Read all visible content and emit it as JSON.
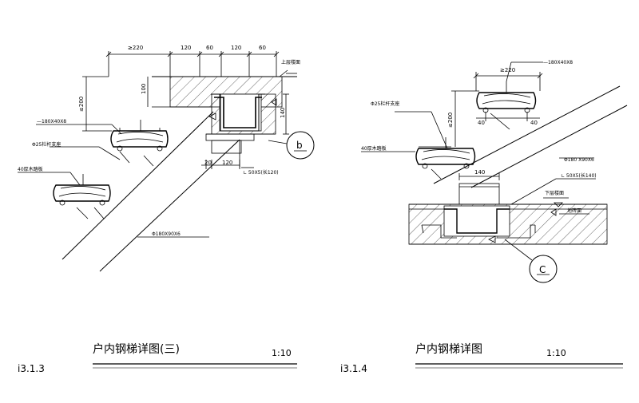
{
  "left": {
    "dims_top": [
      "≥220",
      "120",
      "60",
      "120",
      "60"
    ],
    "dim_100": "100",
    "dim_200": "≤200",
    "dim_140": "140",
    "dim_20": "20",
    "dim_120b": "120",
    "label_upper_floor": "上层楼面",
    "label_plate": "—180X40X8",
    "label_rail": "Φ25栏杆支座",
    "label_tread": "40厚木踏板",
    "label_angle": "∟ 50X5(长120)",
    "label_stringer": "Φ180X90X6",
    "callout": "b",
    "title": "户内钢梯详图(三)",
    "scale": "1:10",
    "code": "i3.1.3"
  },
  "right": {
    "dim_220": "≥220",
    "label_plate": "—180X40X8",
    "label_rail": "Φ25栏杆支座",
    "dim_200": "≤200",
    "dim_40a": "40",
    "dim_40b": "40",
    "label_tread": "40厚木踏板",
    "label_stringer": "Φ180 X90X6",
    "dim_140": "140",
    "label_angle": "∟ 50X5(长140)",
    "label_lower_floor": "下层楼面",
    "label_finish": "地砖面",
    "callout": "C",
    "title": "户内钢梯详图",
    "scale": "1:10",
    "code": "i3.1.4"
  }
}
